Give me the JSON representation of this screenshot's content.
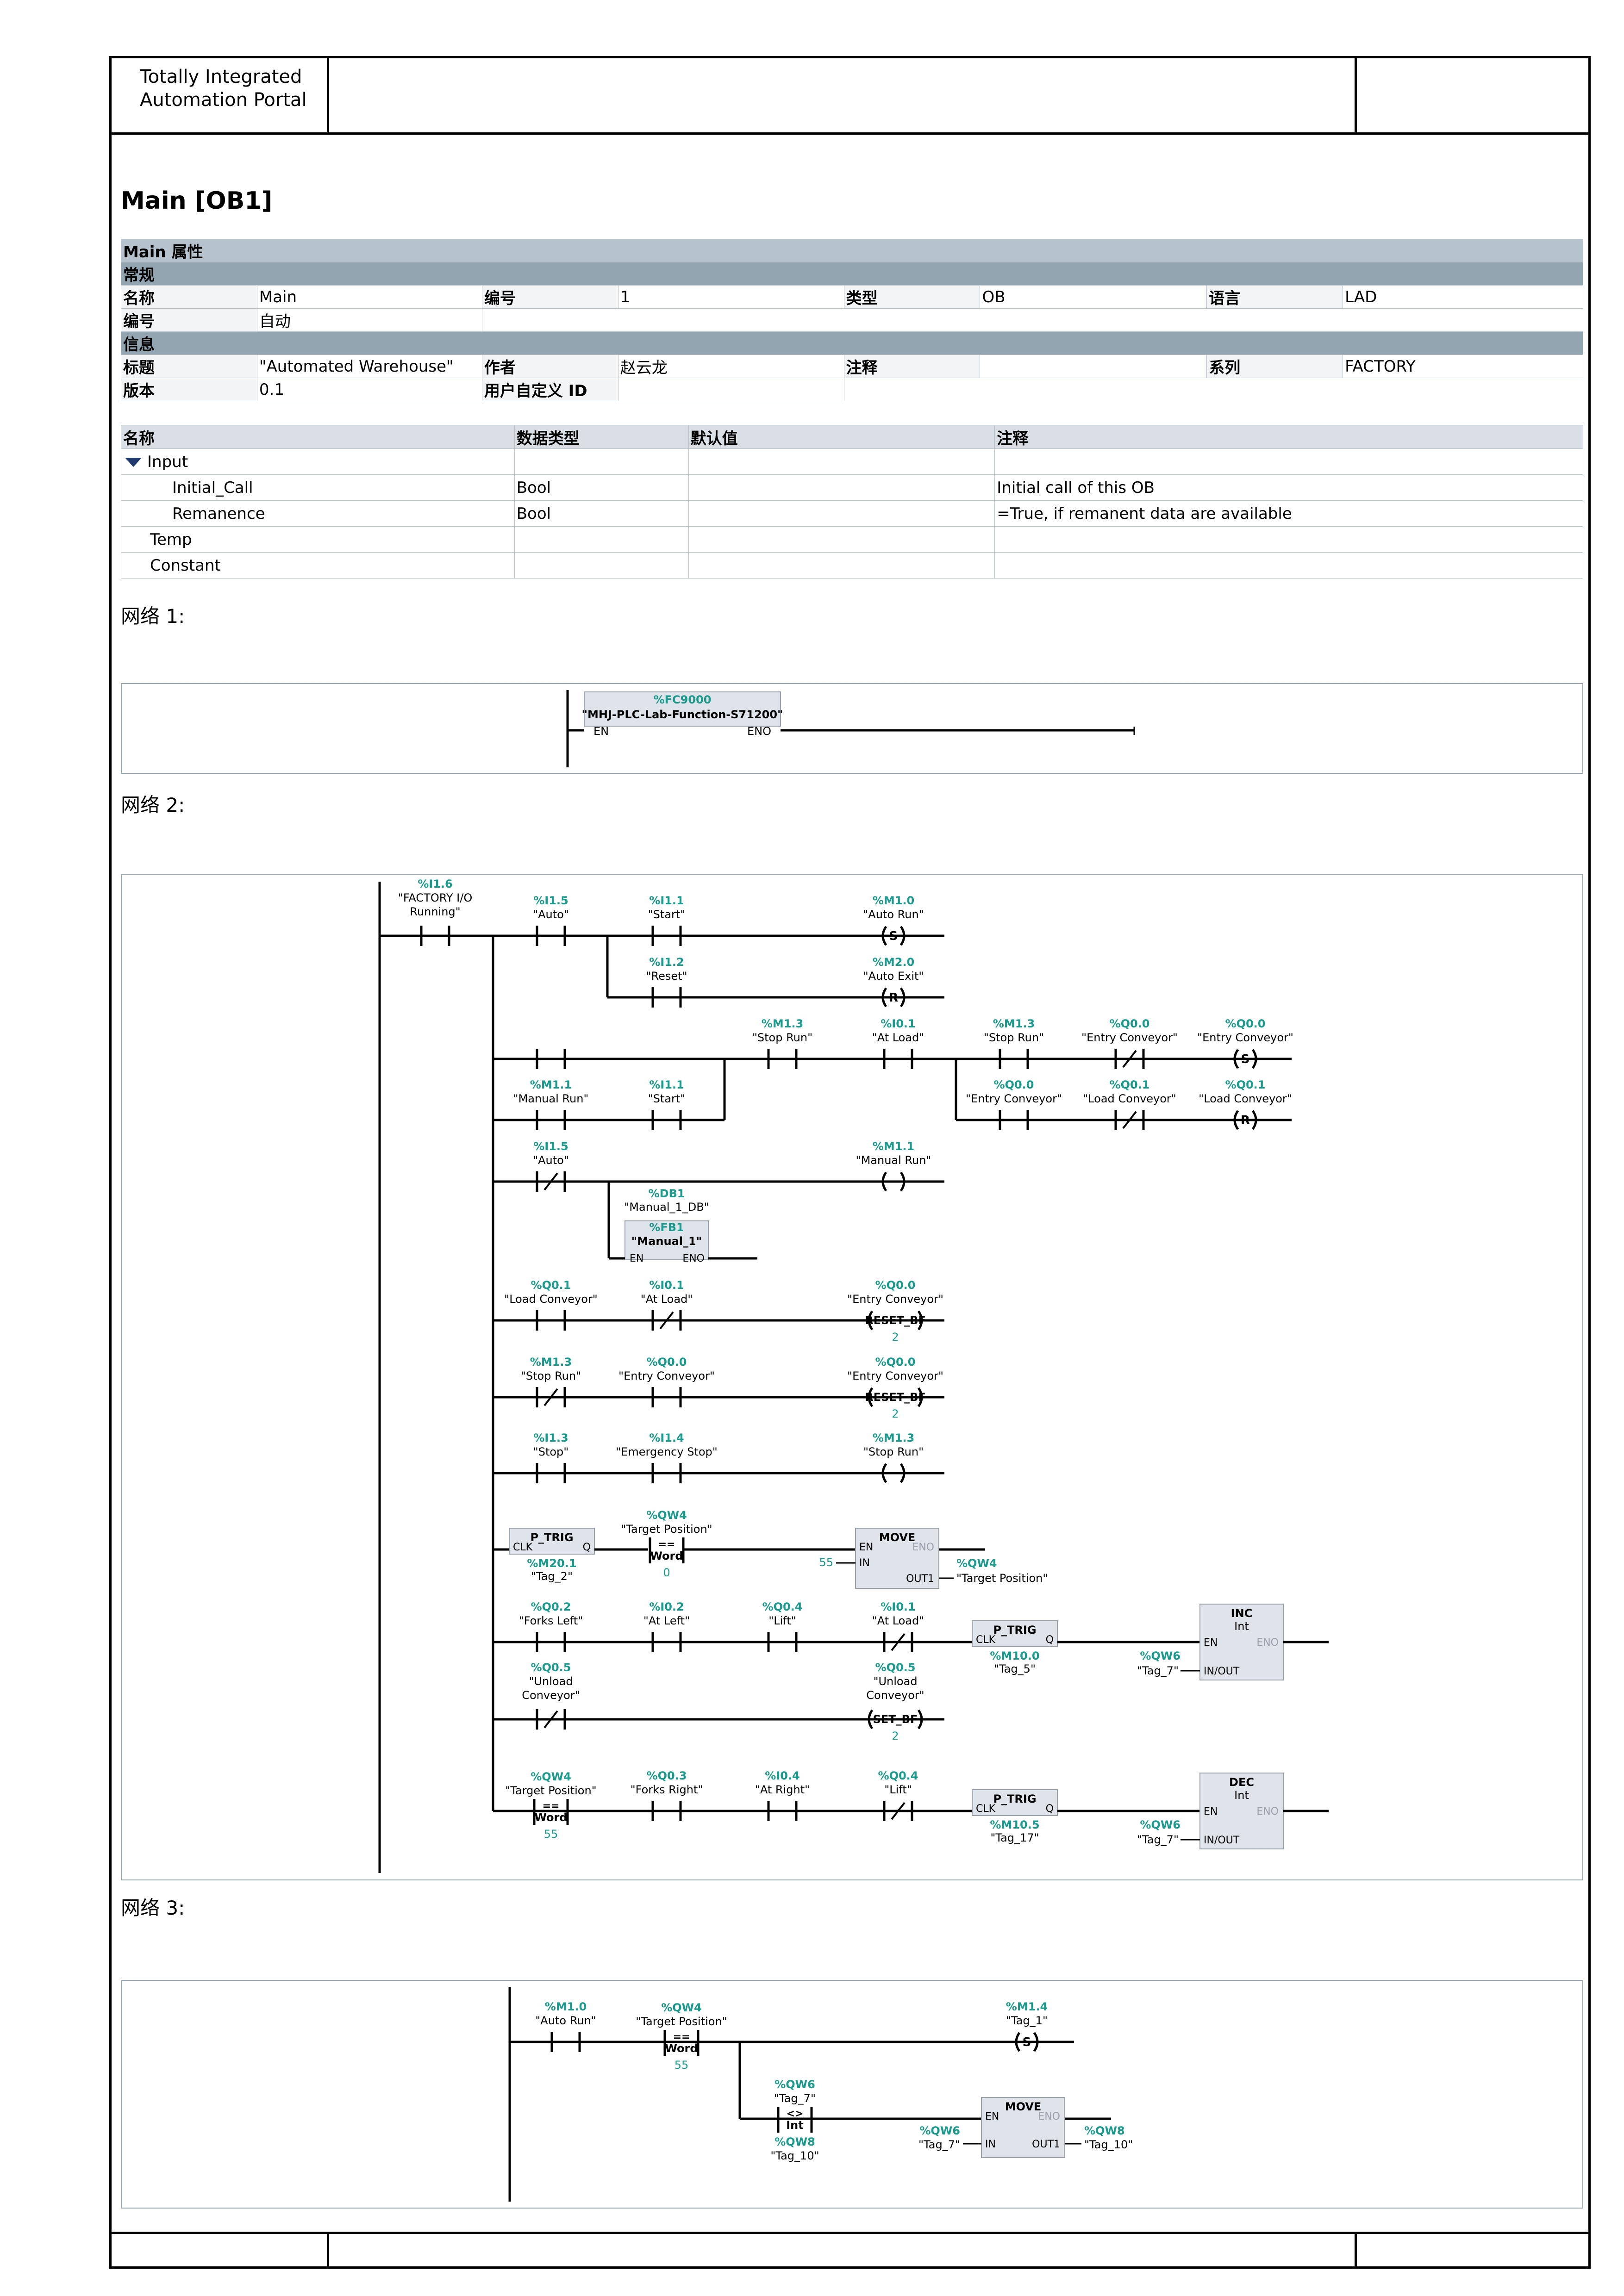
{
  "header": {
    "app_line1": "Totally Integrated",
    "app_line2": "Automation Portal"
  },
  "page_title": "Main [OB1]",
  "props": {
    "title": "Main 属性",
    "general": "常规",
    "info": "信息",
    "r1": [
      "名称",
      "Main",
      "编号",
      "1",
      "类型",
      "OB",
      "语言",
      "LAD"
    ],
    "r2": [
      "编号",
      "自动"
    ],
    "r3": [
      "标题",
      "\"Automated Warehouse\"",
      "作者",
      "赵云龙",
      "注释",
      "",
      "系列",
      "FACTORY"
    ],
    "r4": [
      "版本",
      "0.1",
      "用户自定义 ID",
      ""
    ]
  },
  "interface": {
    "headers": [
      "名称",
      "数据类型",
      "默认值",
      "注释"
    ],
    "rows": [
      {
        "name": "Input",
        "type": "",
        "default": "",
        "comment": ""
      },
      {
        "name": "Initial_Call",
        "type": "Bool",
        "default": "",
        "comment": "Initial call of this OB"
      },
      {
        "name": "Remanence",
        "type": "Bool",
        "default": "",
        "comment": "=True, if remanent data are available"
      },
      {
        "name": "Temp",
        "type": "",
        "default": "",
        "comment": ""
      },
      {
        "name": "Constant",
        "type": "",
        "default": "",
        "comment": ""
      }
    ]
  },
  "networks": {
    "n1": "网络 1:",
    "n2": "网络 2:",
    "n3": "网络 3:"
  },
  "net1": {
    "addr": "%FC9000",
    "name": "\"MHJ-PLC-Lab-Function-S71200\"",
    "en": "EN",
    "eno": "ENO"
  },
  "net2": {
    "c_I16_a": "%I1.6",
    "c_I16_n1": "\"FACTORY I/O",
    "c_I16_n2": "Running\"",
    "c_I15_a": "%I1.5",
    "c_I15_n": "\"Auto\"",
    "c_I11_a": "%I1.1",
    "c_I11_n": "\"Start\"",
    "o_M10_a": "%M1.0",
    "o_M10_n": "\"Auto Run\"",
    "s": "S",
    "r": "R",
    "c_I12_a": "%I1.2",
    "c_I12_n": "\"Reset\"",
    "o_M20_a": "%M2.0",
    "o_M20_n": "\"Auto Exit\"",
    "c_M13_a": "%M1.3",
    "c_M13_n": "\"Stop Run\"",
    "c_I01_a": "%I0.1",
    "c_I01_n": "\"At Load\"",
    "c_Q00_a": "%Q0.0",
    "c_Q00_n": "\"Entry Conveyor\"",
    "c_M11_a": "%M1.1",
    "c_M11_n": "\"Manual Run\"",
    "c_Q01_a": "%Q0.1",
    "c_Q01_n": "\"Load Conveyor\"",
    "db1_a": "%DB1",
    "db1_n": "\"Manual_1_DB\"",
    "fb1_a": "%FB1",
    "fb1_n": "\"Manual_1\"",
    "en": "EN",
    "eno": "ENO",
    "reset_bf": "RESET_BF",
    "set_bf": "SET_BF",
    "two": "2",
    "c_I13_a": "%I1.3",
    "c_I13_n": "\"Stop\"",
    "c_I14_a": "%I1.4",
    "c_I14_n": "\"Emergency Stop\"",
    "ptrig": "P_TRIG",
    "clk": "CLK",
    "q": "Q",
    "m201_a": "%M20.1",
    "m201_n": "\"Tag_2\"",
    "qw4_a": "%QW4",
    "qw4_n": "\"Target Position\"",
    "eq": "==",
    "word": "Word",
    "zero": "0",
    "move": "MOVE",
    "in": "IN",
    "out1": "OUT1",
    "v55": "55",
    "c_Q02_a": "%Q0.2",
    "c_Q02_n": "\"Forks Left\"",
    "c_I02_a": "%I0.2",
    "c_I02_n": "\"At Left\"",
    "c_Q04_a": "%Q0.4",
    "c_Q04_n": "\"Lift\"",
    "m100_a": "%M10.0",
    "m100_n": "\"Tag_5\"",
    "inc": "INC",
    "dec": "DEC",
    "int": "Int",
    "inout": "IN/OUT",
    "qw6_a": "%QW6",
    "qw6_n": "\"Tag_7\"",
    "c_Q05_a": "%Q0.5",
    "c_Q05_n1": "\"Unload",
    "c_Q05_n2": "Conveyor\"",
    "c_Q03_a": "%Q0.3",
    "c_Q03_n": "\"Forks Right\"",
    "c_I04_a": "%I0.4",
    "c_I04_n": "\"At Right\"",
    "m105_a": "%M10.5",
    "m105_n": "\"Tag_17\""
  },
  "net3": {
    "m10_a": "%M1.0",
    "m10_n": "\"Auto Run\"",
    "qw4_a": "%QW4",
    "qw4_n": "\"Target Position\"",
    "eq": "==",
    "word": "Word",
    "v55": "55",
    "m14_a": "%M1.4",
    "m14_n": "\"Tag_1\"",
    "s": "S",
    "qw6_a": "%QW6",
    "qw6_n": "\"Tag_7\"",
    "ne": "<>",
    "int": "Int",
    "qw8_a": "%QW8",
    "qw8_n": "\"Tag_10\"",
    "move": "MOVE",
    "en": "EN",
    "eno": "ENO",
    "in": "IN",
    "out1": "OUT1"
  },
  "colors": {
    "address": "#1a9a8c",
    "band": "#93a4b1",
    "box_fill": "#dfe3ea"
  }
}
